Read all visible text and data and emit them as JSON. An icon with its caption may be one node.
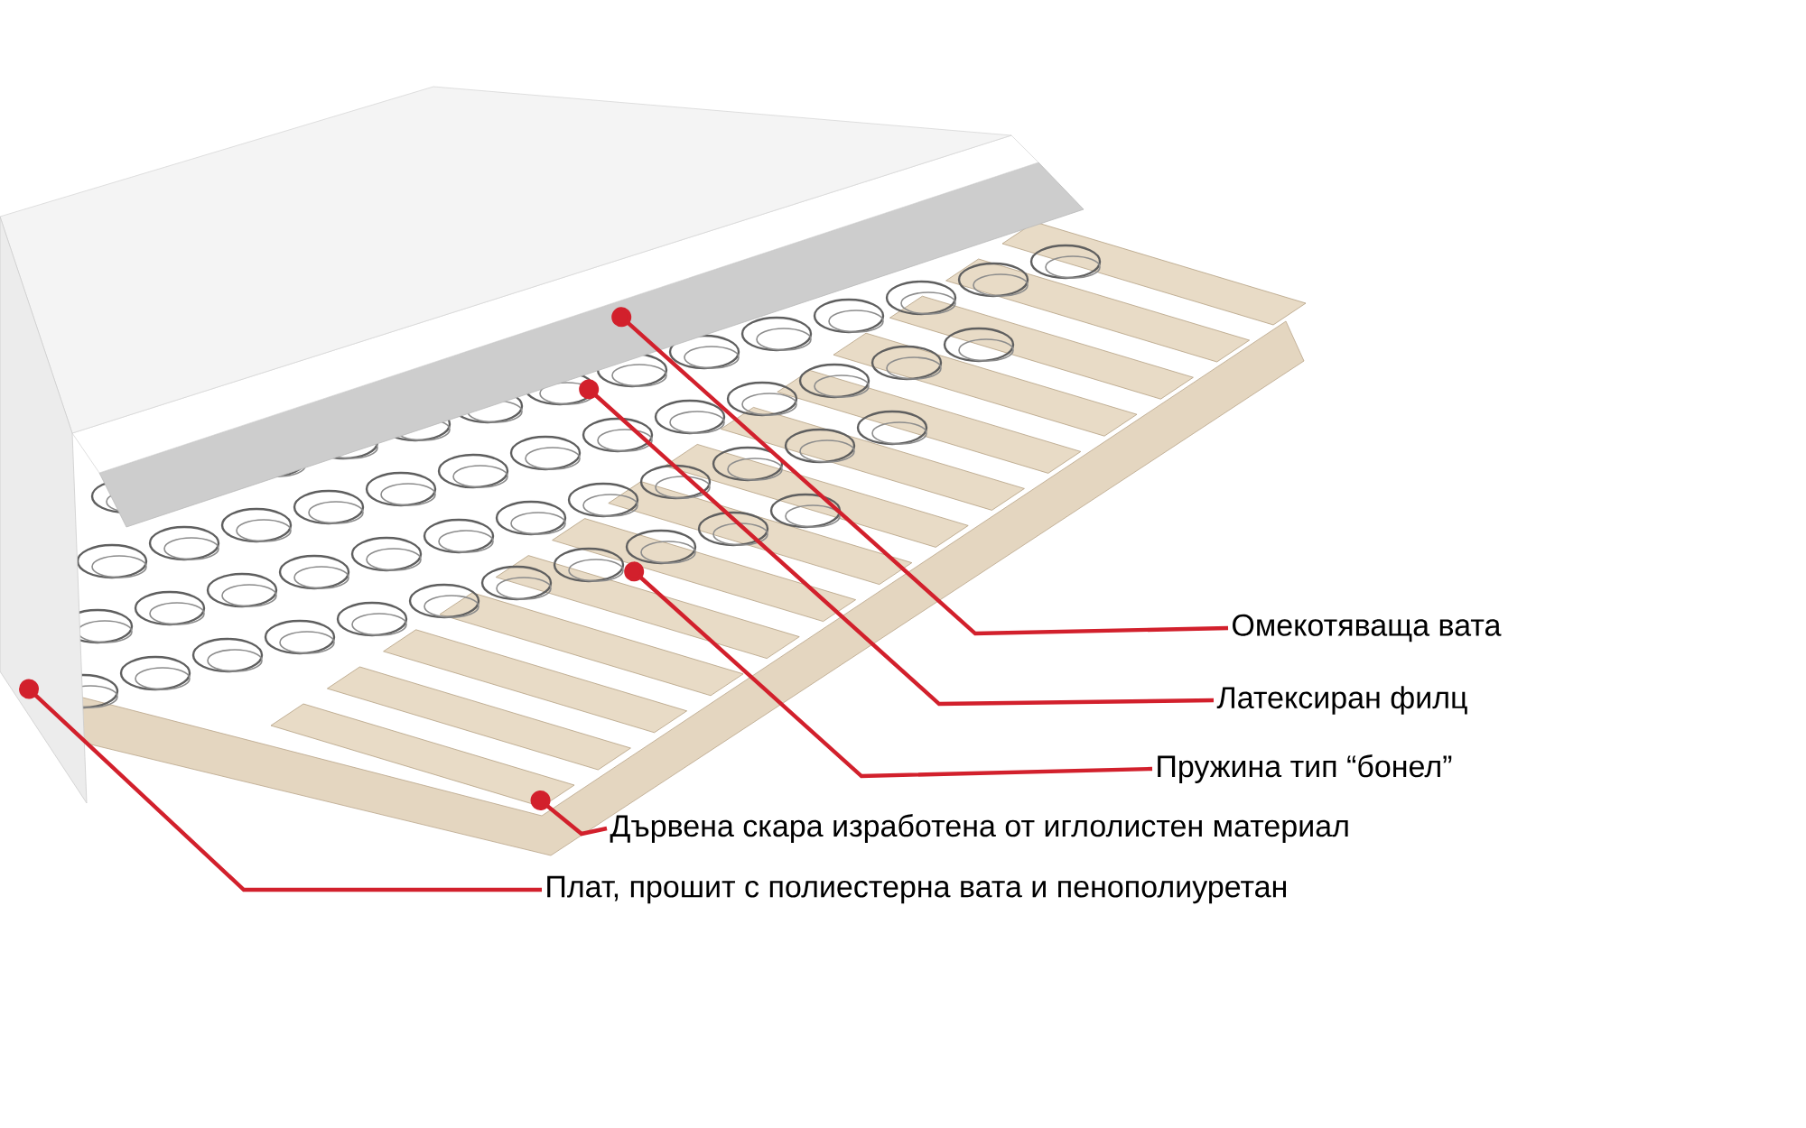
{
  "diagram": {
    "nodes": [
      {
        "text": [
          "Омекотяваща вата"
        ]
      },
      {
        "text": [
          "Латексиран филц"
        ]
      },
      {
        "text": [
          "Пружина тип “бонел”"
        ]
      },
      {
        "text": [
          "Дървена скара изработена от иглолистен материал"
        ]
      },
      {
        "text": [
          "Плат, прошит с полиестерна вата и пенополиуретан"
        ]
      }
    ],
    "edges": [
      {
        "from": null,
        "to": 0,
        "arrow": "other"
      },
      {
        "from": null,
        "to": 1,
        "arrow": "other"
      },
      {
        "from": null,
        "to": 2,
        "arrow": "other"
      },
      {
        "from": null,
        "to": 3,
        "arrow": "other"
      },
      {
        "from": null,
        "to": 4,
        "arrow": "other"
      }
    ]
  }
}
